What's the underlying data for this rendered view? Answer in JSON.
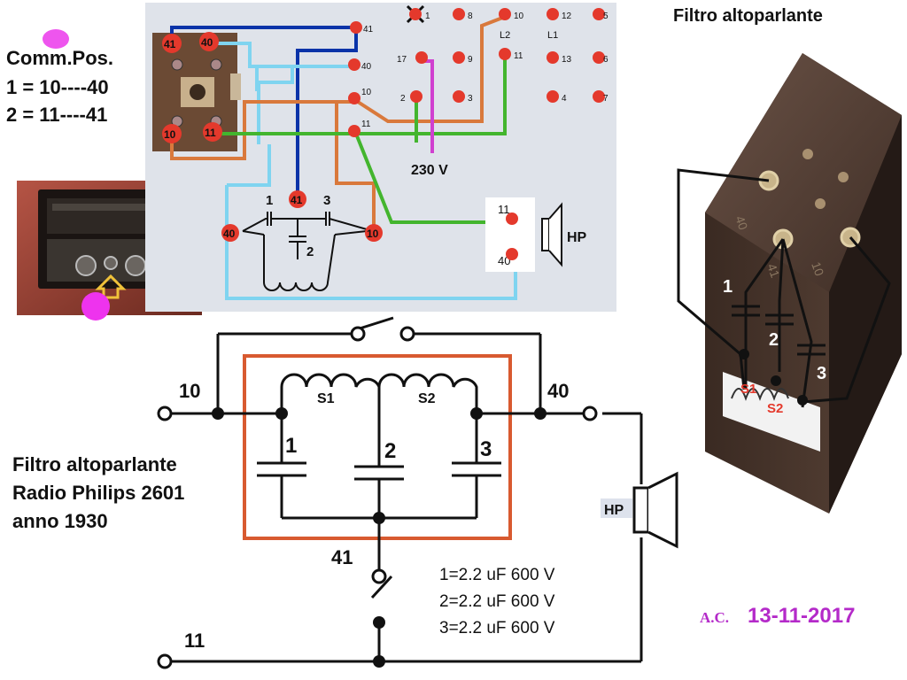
{
  "commutator": {
    "title": "Comm.Pos.",
    "line1": "1 = 10----40",
    "line2": "2 = 11----41"
  },
  "wiring": {
    "switch_pins": [
      "41",
      "40",
      "10",
      "11"
    ],
    "terminal_labels": [
      "41",
      "40",
      "10",
      "11"
    ],
    "grid_labels": [
      "1",
      "8",
      "10",
      "12",
      "5",
      "17",
      "9",
      "11",
      "13",
      "6",
      "2",
      "3",
      "4",
      "7"
    ],
    "l2": "L2",
    "l1": "L1",
    "voltage": "230 V",
    "cap_labels": [
      "1",
      "41",
      "3",
      "2"
    ],
    "filter_pins": [
      "40",
      "10"
    ],
    "hp_pins": [
      "11",
      "40"
    ],
    "hp_label": "HP"
  },
  "photo_right": {
    "title": "Filtro altoparlante",
    "cap_labels": [
      "1",
      "2",
      "3"
    ],
    "coil_labels": [
      "S1",
      "S2"
    ],
    "pin_marks": [
      "40",
      "41",
      "10"
    ]
  },
  "schematic": {
    "coil_labels": [
      "S1",
      "S2"
    ],
    "terminal_10": "10",
    "terminal_40": "40",
    "terminal_41": "41",
    "terminal_11": "11",
    "cap_labels": [
      "1",
      "2",
      "3"
    ],
    "hp_label": "HP",
    "specs": [
      "1=2.2 uF 600 V",
      "2=2.2 uF 600 V",
      "3=2.2 uF 600 V"
    ]
  },
  "caption": {
    "line1": "Filtro altoparlante",
    "line2": "Radio Philips 2601",
    "line3": "anno 1930"
  },
  "signature": {
    "initials": "A.C.",
    "date": "13-11-2017"
  },
  "colors": {
    "pin_red": "#e4392c",
    "wire_blue": "#0a33a8",
    "wire_light_blue": "#7fd4f0",
    "wire_green": "#43b52e",
    "wire_orange": "#d9793c",
    "wire_purple": "#d040d0",
    "filter_box": "#d85a30",
    "date": "#b42ac9"
  }
}
